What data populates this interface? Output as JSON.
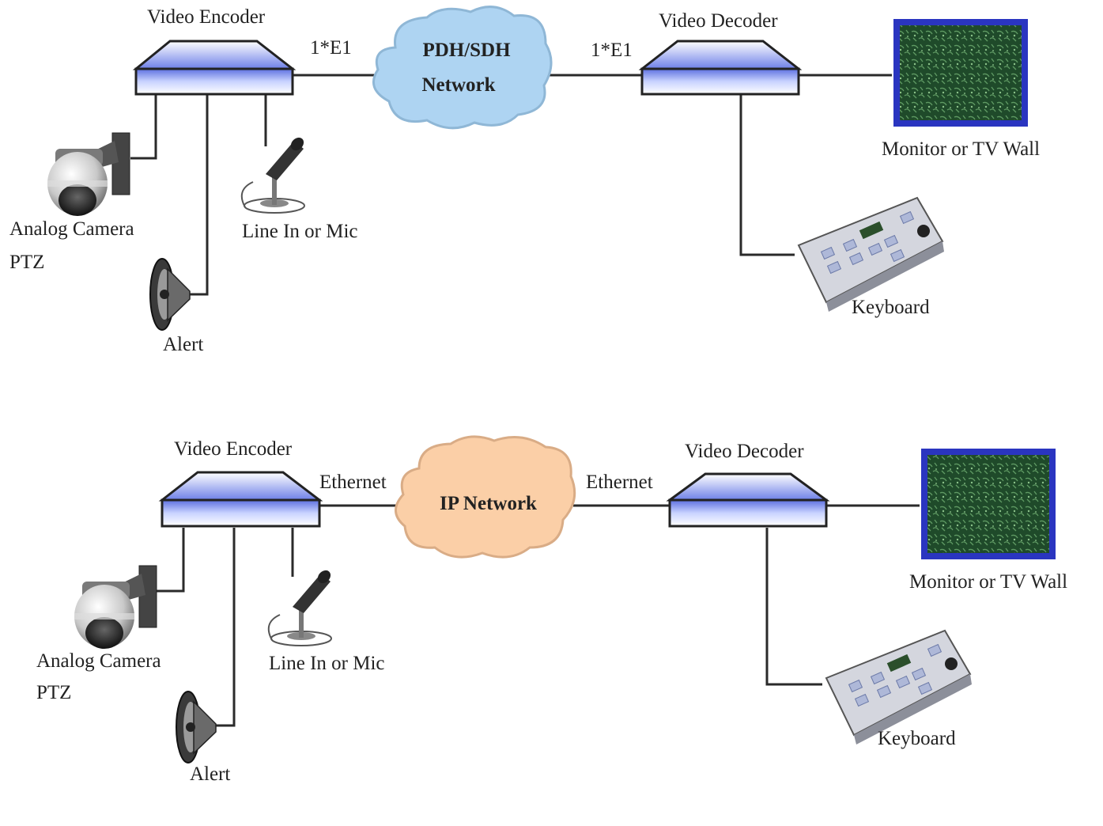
{
  "diagrams": [
    {
      "encoder_label": "Video Encoder",
      "decoder_label": "Video Decoder",
      "link_left": "1*E1",
      "link_right": "1*E1",
      "network_line1": "PDH/SDH",
      "network_line2": "Network",
      "network_color": "#aed4f2",
      "camera_label": "Analog Camera",
      "ptz_label": "PTZ",
      "alert_label": "Alert",
      "mic_label": "Line In or Mic",
      "monitor_label": "Monitor or TV Wall",
      "keyboard_label": "Keyboard"
    },
    {
      "encoder_label": "Video Encoder",
      "decoder_label": "Video Decoder",
      "link_left": "Ethernet",
      "link_right": "Ethernet",
      "network_line1": "IP Network",
      "network_line2": "",
      "network_color": "#fbcfa7",
      "camera_label": "Analog Camera",
      "ptz_label": "PTZ",
      "alert_label": "Alert",
      "mic_label": "Line In or Mic",
      "monitor_label": "Monitor or TV Wall",
      "keyboard_label": "Keyboard"
    }
  ]
}
